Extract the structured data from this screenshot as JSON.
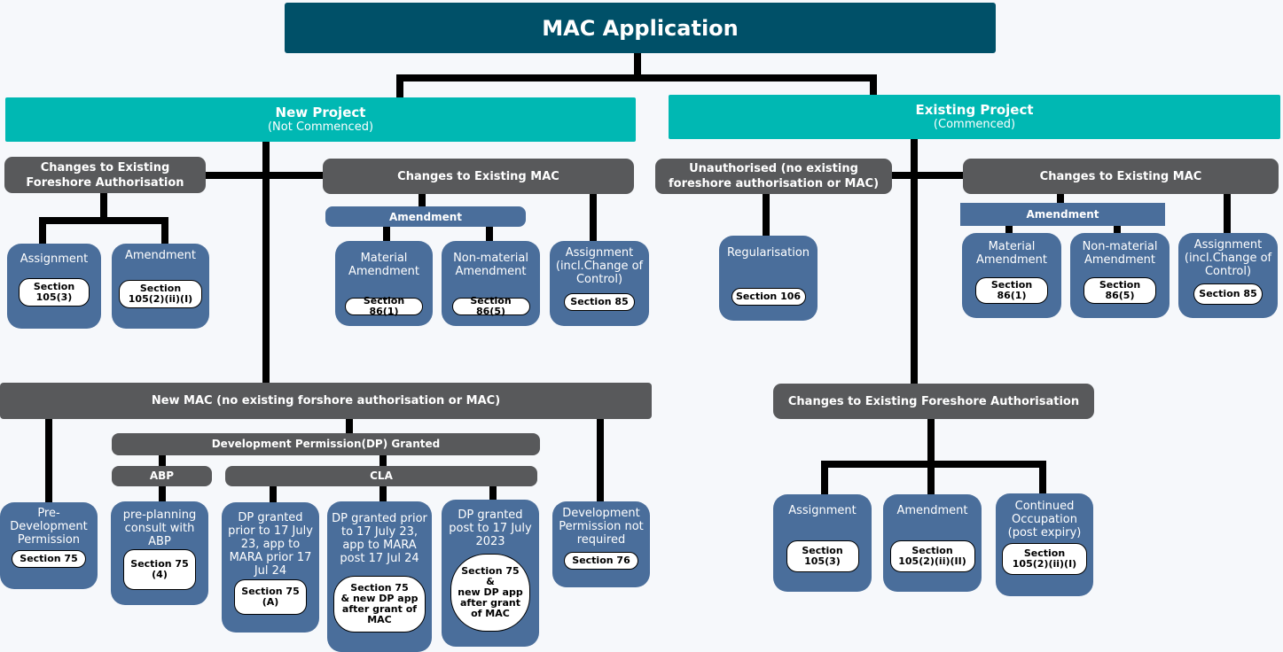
{
  "root": {
    "title": "MAC Application"
  },
  "new_project": {
    "title": "New Project",
    "subtitle": "(Not Commenced)",
    "changes_foreshore": {
      "title": "Changes to Existing\nForeshore Authorisation",
      "children": [
        {
          "label": "Assignment",
          "section": "Section\n105(3)"
        },
        {
          "label": "Amendment",
          "section": "Section\n105(2)(ii)(I)"
        }
      ]
    },
    "changes_mac": {
      "title": "Changes to Existing MAC",
      "amendment_label": "Amendment",
      "children": [
        {
          "label": "Material\nAmendment",
          "section": "Section 86(1)"
        },
        {
          "label": "Non-material\nAmendment",
          "section": "Section 86(5)"
        },
        {
          "label": "Assignment\n(incl.Change of\nControl)",
          "section": "Section 85"
        }
      ]
    },
    "new_mac": {
      "title": "New MAC (no existing forshore authorisation or MAC)",
      "dp_granted": "Development Permission(DP) Granted",
      "abp": "ABP",
      "cla": "CLA",
      "children": [
        {
          "label": "Pre-\nDevelopment\nPermission",
          "section": "Section 75"
        },
        {
          "label": "pre-planning\nconsult with\nABP",
          "section": "Section 75\n(4)"
        },
        {
          "label": "DP granted\nprior to 17 July\n23, app to\nMARA prior 17\nJul 24",
          "section": "Section 75\n(A)"
        },
        {
          "label": "DP granted prior\nto 17 July 23,\napp to MARA\npost 17 Jul 24",
          "section": "Section 75\n& new DP app\nafter grant of\nMAC"
        },
        {
          "label": "DP granted\npost to 17 July\n2023",
          "section": "Section 75\n&\nnew DP app\nafter grant\nof MAC"
        },
        {
          "label": "Development\nPermission not\nrequired",
          "section": "Section 76"
        }
      ]
    }
  },
  "existing_project": {
    "title": "Existing Project",
    "subtitle": "(Commenced)",
    "unauthorised": {
      "title": "Unauthorised (no existing\nforeshore authorisation or MAC)",
      "children": [
        {
          "label": "Regularisation",
          "section": "Section 106"
        }
      ]
    },
    "changes_mac": {
      "title": "Changes to Existing MAC",
      "amendment_label": "Amendment",
      "children": [
        {
          "label": "Material\nAmendment",
          "section": "Section\n86(1)"
        },
        {
          "label": "Non-material\nAmendment",
          "section": "Section\n86(5)"
        },
        {
          "label": "Assignment\n(incl.Change of\nControl)",
          "section": "Section 85"
        }
      ]
    },
    "changes_foreshore": {
      "title": "Changes to Existing Foreshore Authorisation",
      "children": [
        {
          "label": "Assignment",
          "section": "Section\n105(3)"
        },
        {
          "label": "Amendment",
          "section": "Section\n105(2)(ii)(II)"
        },
        {
          "label": "Continued\nOccupation\n(post expiry)",
          "section": "Section\n105(2)(ii)(I)"
        }
      ]
    }
  },
  "colors": {
    "root": "#005068",
    "teal": "#00b8b3",
    "gray": "#58595b",
    "blue": "#4a6e9b",
    "background": "#f6f8fb"
  }
}
